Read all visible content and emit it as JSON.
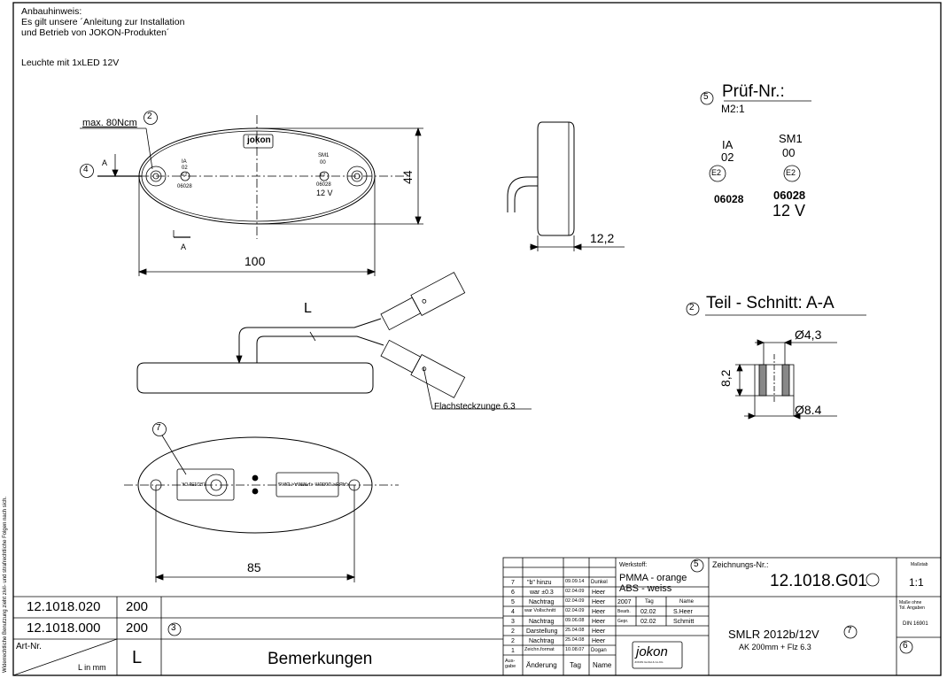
{
  "notes": {
    "line1": "Anbauhinweis:",
    "line2": "Es gilt unsere ´Anleitung zur Installation",
    "line3": "und Betrieb von JOKON-Produkten´",
    "line4": "Leuchte mit 1xLED 12V"
  },
  "side_text": "Widerrechtliche Benutzung zieht zivil- und strafrechtliche Folgen nach sich.",
  "front_view": {
    "torque": "max. 80Ncm",
    "torque_ref": "2",
    "section_ref": "4",
    "section_a": "A",
    "brand": "jokon",
    "mark_left": [
      "IA",
      "02",
      "E2",
      "06028"
    ],
    "mark_right": [
      "SM1",
      "00",
      "E2",
      "06028",
      "12 V"
    ],
    "dim_height": "44",
    "dim_width": "100"
  },
  "side_view": {
    "dim_depth": "12,2"
  },
  "cable_view": {
    "length_label": "L",
    "tab_label": "Flachsteckzunge 6.3"
  },
  "rear_view": {
    "ref": "7",
    "label_left": "LED15b OK",
    "label_right": "<ABS< bottom <PMMA< Lens",
    "dim_holes": "85"
  },
  "pruef": {
    "ref": "5",
    "title": "Prüf-Nr.:",
    "scale": "M2:1",
    "mark1": [
      "IA",
      "02",
      "E2",
      "06028"
    ],
    "mark2": [
      "SM1",
      "00",
      "E2",
      "06028",
      "12 V"
    ]
  },
  "section": {
    "ref": "2",
    "title": "Teil - Schnitt: A-A",
    "d_top": "Ø4,3",
    "height": "8,2",
    "d_bottom": "Ø8.4"
  },
  "parts": {
    "rows": [
      {
        "art": "12.1018.020",
        "len": "200",
        "note": ""
      },
      {
        "art": "12.1018.000",
        "len": "200",
        "note": "3"
      }
    ],
    "header_art": "Art-Nr.",
    "header_len_unit": "L in mm",
    "header_len": "L",
    "header_note": "Bemerkungen"
  },
  "revisions": {
    "rows": [
      {
        "no": "7",
        "change": "\"b\" hinzu",
        "date": "09.09.14",
        "name": "Dunkel"
      },
      {
        "no": "6",
        "change": "war ±0.3",
        "date": "02.04.09",
        "name": "Heer"
      },
      {
        "no": "5",
        "change": "Nachtrag",
        "date": "02.04.09",
        "name": "Heer"
      },
      {
        "no": "4",
        "change": "war Vollschnitt",
        "date": "02.04.09",
        "name": "Heer"
      },
      {
        "no": "3",
        "change": "Nachtrag",
        "date": "09.06.08",
        "name": "Heer"
      },
      {
        "no": "2",
        "change": "Darstellung",
        "date": "25.04.08",
        "name": "Heer"
      },
      {
        "no": "2",
        "change": "Nachtrag",
        "date": "25.04.08",
        "name": "Heer"
      },
      {
        "no": "1",
        "change": "Zeichn.format",
        "date": "10.08.07",
        "name": "Dogan"
      }
    ],
    "h_ausgabe": "Aus-gabe",
    "h_change": "Änderung",
    "h_date": "Tag",
    "h_name": "Name"
  },
  "approval": {
    "year": "2007",
    "h_tag": "Tag",
    "h_name": "Name",
    "bearb_label": "Bearb.",
    "bearb_date": "02.02",
    "bearb_name": "S.Heer",
    "gepr_label": "Gepr.",
    "gepr_date": "02.02",
    "gepr_name": "Schmitt"
  },
  "material": {
    "label": "Werkstoff:",
    "ref": "5",
    "line1": "PMMA - orange",
    "line2": "ABS   - weiss"
  },
  "drawing": {
    "no_label": "Zeichnungs-Nr.:",
    "number": "12.1018.G01",
    "scale_label": "Maßstab",
    "scale": "1:1",
    "tol1": "Maße ohne",
    "tol2": "Tol. Angaben",
    "din": "DIN 16901",
    "name": "SMLR 2012b/12V",
    "name_ref": "7",
    "sub": "AK 200mm + Flz 6.3",
    "sheet_ref": "6",
    "logo": "jokon",
    "logo_sub": "JOKON GmbH & Co.KG"
  }
}
